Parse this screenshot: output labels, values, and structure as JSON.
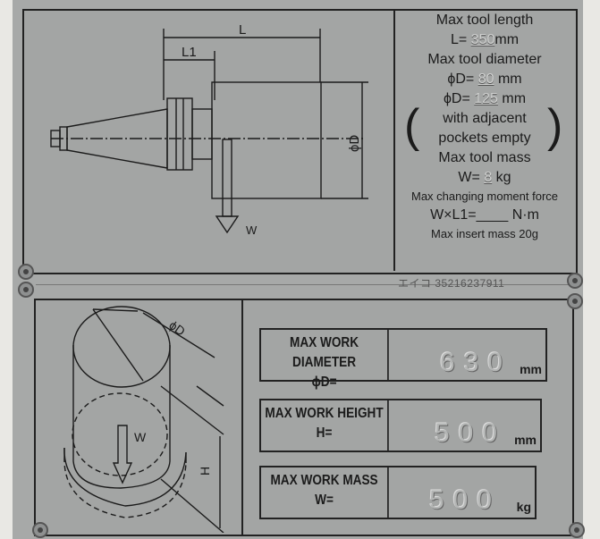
{
  "tool_panel": {
    "diagram_labels": {
      "L": "L",
      "L1": "L1",
      "D": "ϕD",
      "W": "W"
    },
    "max_tool_length_label": "Max tool length",
    "length_prefix": "L=",
    "length_value": "350",
    "length_unit": "mm",
    "max_tool_diameter_label": "Max tool diameter",
    "diameter_prefix": "ϕD=",
    "diameter_value": "80",
    "diameter_unit": "mm",
    "diameter_adjacent_prefix": "ϕD=",
    "diameter_adjacent_value": "125",
    "diameter_adjacent_unit": "mm",
    "adjacent_note_1": "with adjacent",
    "adjacent_note_2": "pockets empty",
    "paren_open": "(",
    "paren_close": ")",
    "max_tool_mass_label": "Max tool mass",
    "mass_prefix": "W=",
    "mass_value": "8",
    "mass_unit": "kg",
    "moment_label": "Max changing moment force",
    "moment_prefix": "W×L1=",
    "moment_value": "____",
    "moment_unit": "N·m",
    "insert_mass": "Max insert mass 20g"
  },
  "serial": "エイコ 35216237911",
  "work_panel": {
    "diagram_labels": {
      "D": "ϕD",
      "W": "W",
      "H": "H"
    },
    "rows": [
      {
        "label_1": "MAX WORK DIAMETER",
        "label_2": "ϕD=",
        "value": "630",
        "unit": "mm"
      },
      {
        "label_1": "MAX WORK HEIGHT",
        "label_2": "H=",
        "value": "500",
        "unit": "mm"
      },
      {
        "label_1": "MAX WORK MASS",
        "label_2": "W=",
        "value": "500",
        "unit": "kg"
      }
    ]
  }
}
